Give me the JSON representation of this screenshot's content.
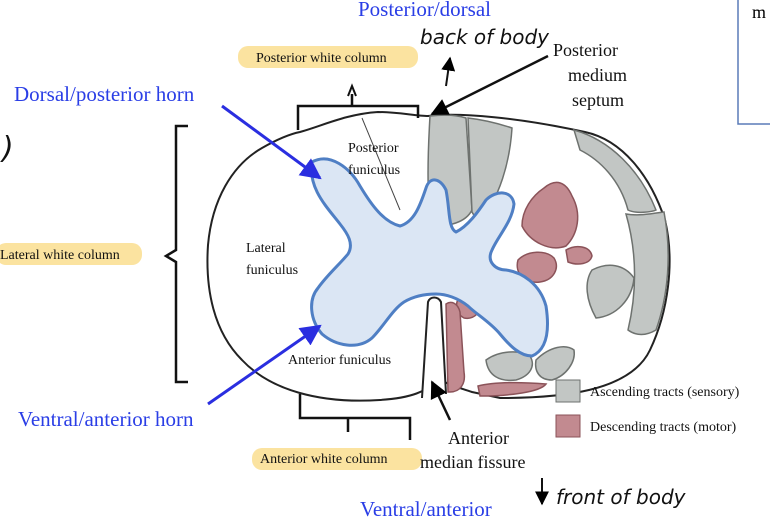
{
  "colors": {
    "blue_label": "#2a3ee6",
    "arrow_blue": "#2a2ee0",
    "highlight": "#fbe3a0",
    "grey_matter_fill": "#dbe6f4",
    "grey_matter_edge": "#4f7fc4",
    "ascending": "#c2c6c4",
    "descending": "#c28a90",
    "box_border": "#5a7bb8"
  },
  "labels": {
    "posterior_dorsal": "Posterior/dorsal",
    "back_of_body": "back of body",
    "posterior_median_septum": [
      "Posterior",
      "medium",
      "septum"
    ],
    "posterior_white_column": "Posterior white column",
    "dorsal_posterior_horn": "Dorsal/posterior horn",
    "lateral_white_column": "Lateral white column",
    "posterior_funiculus": [
      "Posterior",
      "funiculus"
    ],
    "lateral_funiculus": [
      "Lateral",
      "funiculus"
    ],
    "anterior_funiculus": "Anterior funiculus",
    "ventral_anterior_horn": "Ventral/anterior horn",
    "anterior_median_fissure": [
      "Anterior",
      "median fissure"
    ],
    "anterior_white_column": "Anterior white column",
    "ventral_anterior": "Ventral/anterior",
    "front_of_body": "front of body",
    "corner_fragment": "m",
    "paren_fragment": ")"
  },
  "legend": [
    {
      "label": "Ascending tracts (sensory)",
      "color": "#c2c6c4"
    },
    {
      "label": "Descending tracts (motor)",
      "color": "#c28a90"
    }
  ]
}
